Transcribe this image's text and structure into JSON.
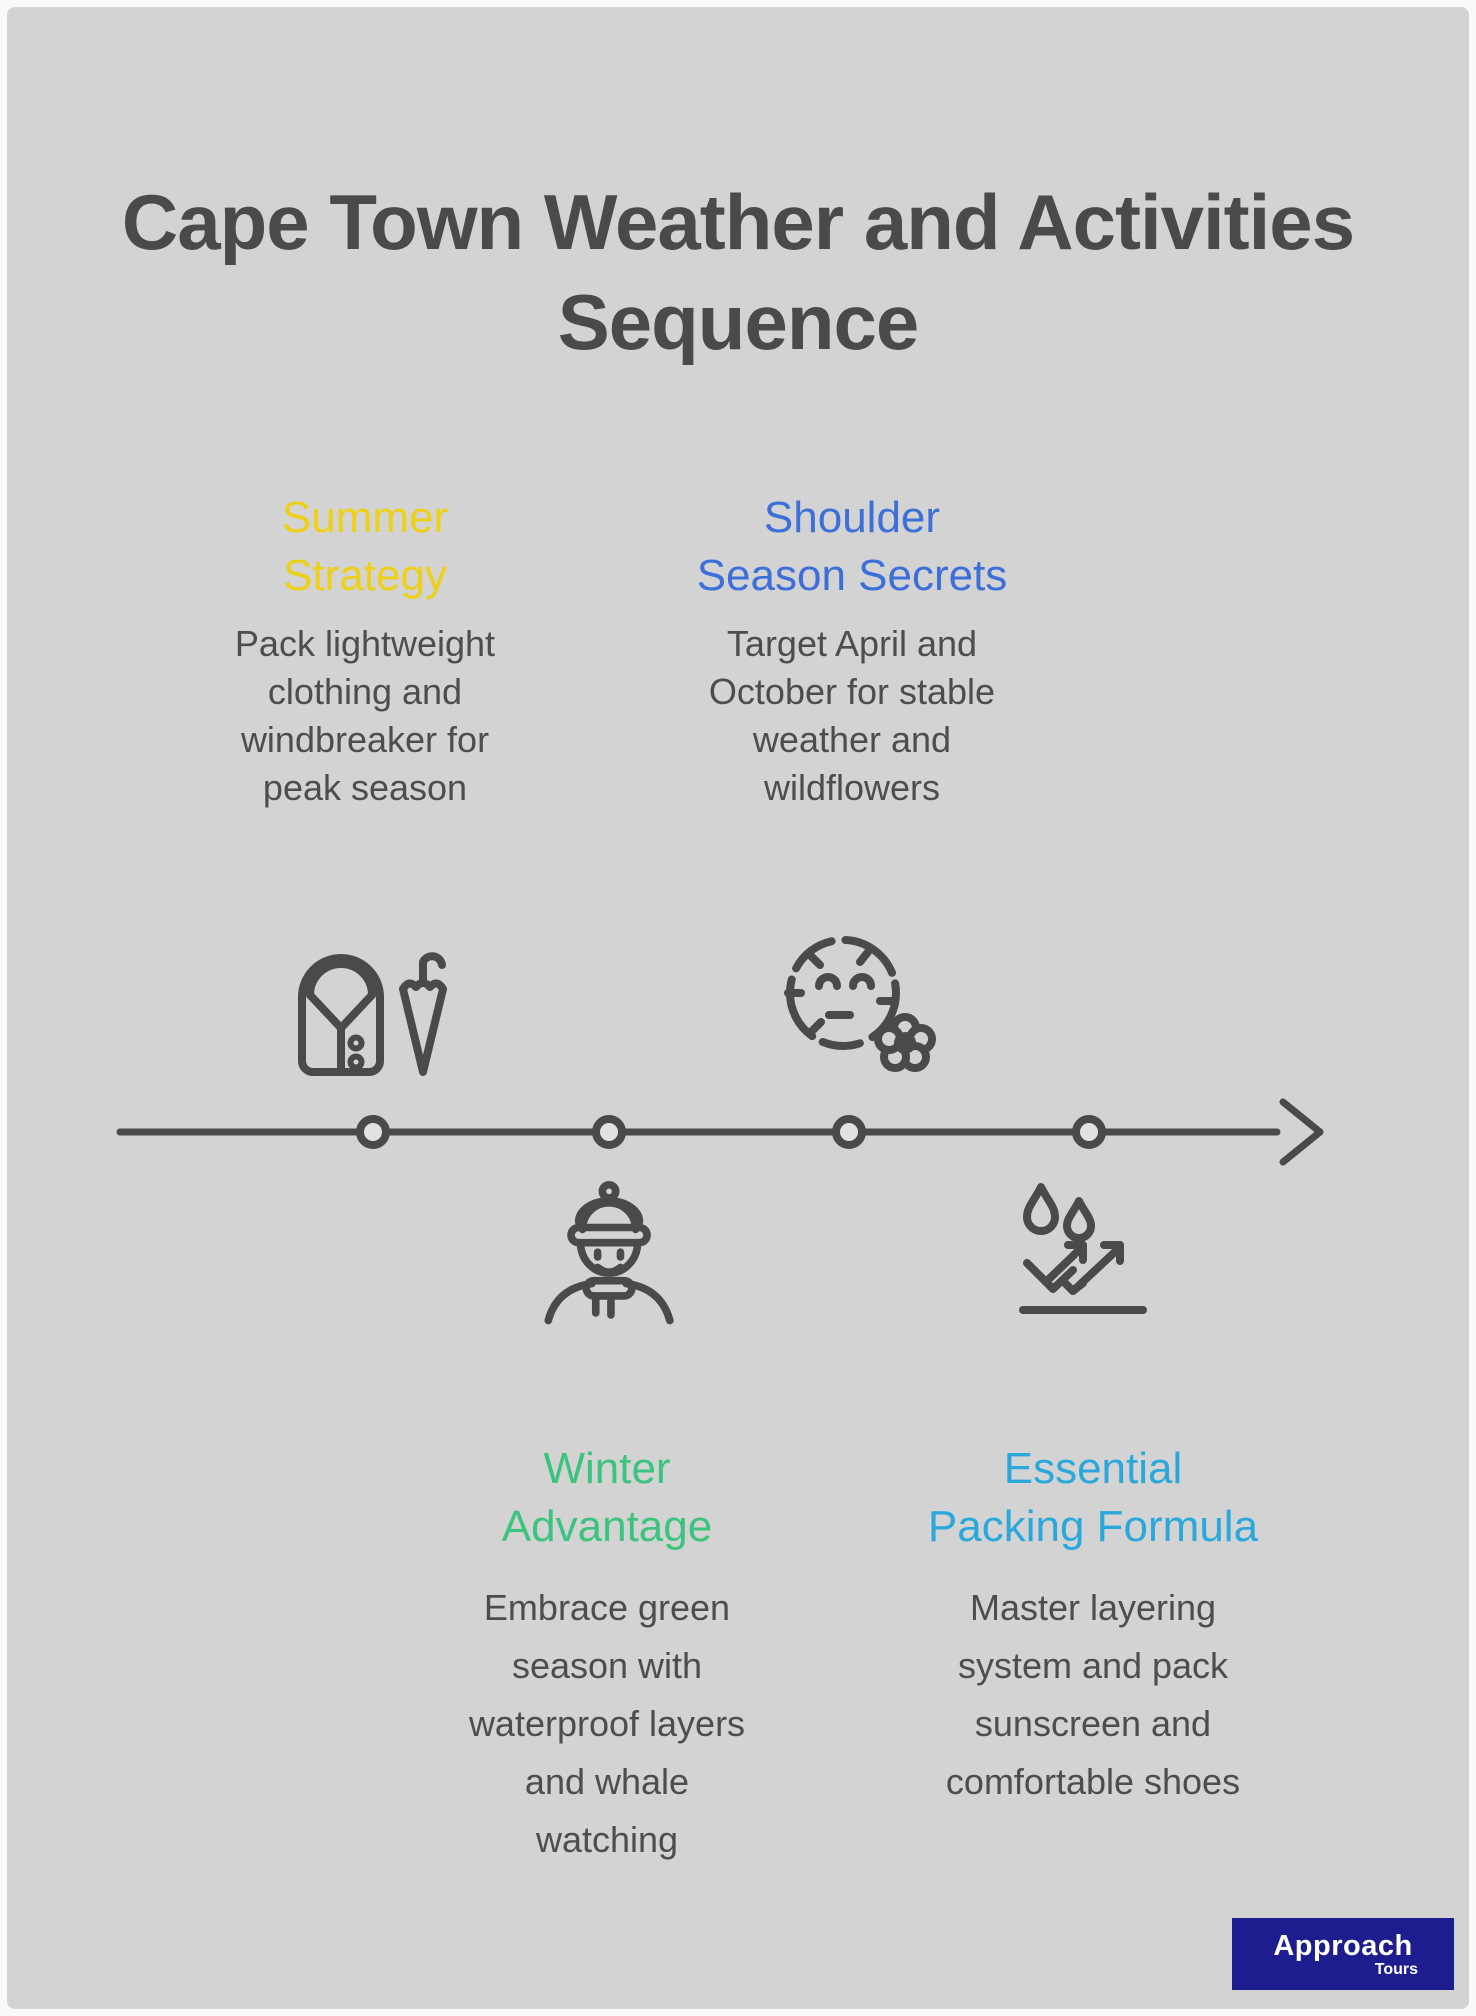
{
  "title": {
    "lines": [
      "Cape Town Weather and Activities",
      "Sequence"
    ],
    "color": "#4a4a4a"
  },
  "items": [
    {
      "label": "summer-strategy",
      "title_lines": [
        "Summer",
        "Strategy"
      ],
      "title_color": "#eed016",
      "description_lines": [
        "Pack lightweight",
        "clothing and",
        "windbreaker for",
        "peak season"
      ],
      "icon": "raincoat-umbrella-icon",
      "position": "above-line"
    },
    {
      "label": "shoulder-season-secrets",
      "title_lines": [
        "Shoulder",
        "Season Secrets"
      ],
      "title_color": "#3d6fd8",
      "description_lines": [
        "Target April and",
        "October for stable",
        "weather and",
        "wildflowers"
      ],
      "icon": "calm-face-flower-icon",
      "position": "above-line"
    },
    {
      "label": "winter-advantage",
      "title_lines": [
        "Winter",
        "Advantage"
      ],
      "title_color": "#3cc47e",
      "description_lines": [
        "Embrace green",
        "season with",
        "waterproof layers",
        "and whale",
        "watching"
      ],
      "icon": "winter-person-icon",
      "position": "below-line"
    },
    {
      "label": "essential-packing-formula",
      "title_lines": [
        "Essential",
        "Packing Formula"
      ],
      "title_color": "#2aa8dc",
      "description_lines": [
        "Master layering",
        "system and pack",
        "sunscreen and",
        "comfortable shoes"
      ],
      "icon": "waterproof-drops-icon",
      "position": "below-line"
    }
  ],
  "timeline": {
    "node_count": 4,
    "direction": "left-to-right",
    "line_color": "#4a4a4a",
    "node_fill": "#e2e2e2"
  },
  "footer": {
    "brand": "Approach",
    "brand_sub": "Tours",
    "bg_color": "#1d1d8f",
    "text_color": "#ffffff"
  },
  "background": {
    "canvas": "#d3d3d3",
    "frame": "#f7f9fa"
  }
}
